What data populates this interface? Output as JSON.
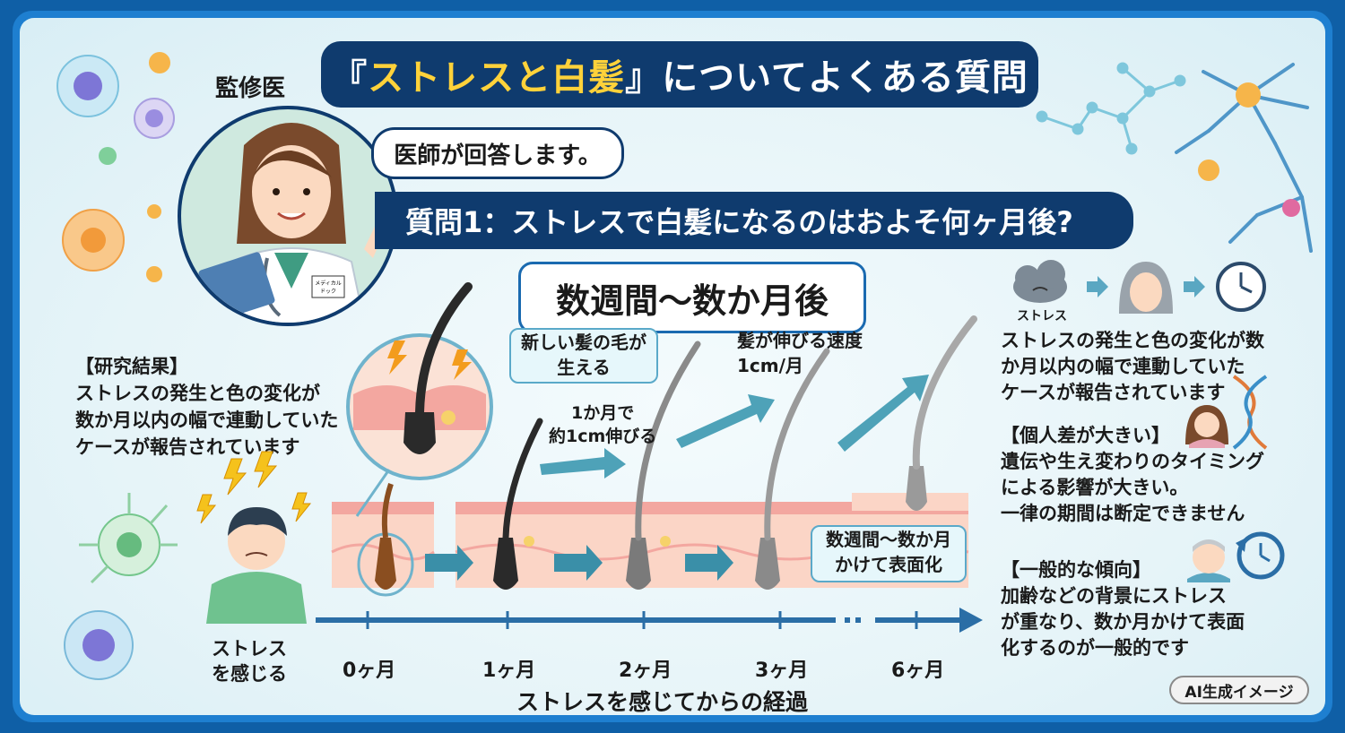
{
  "title": {
    "prefix": "『",
    "highlight": "ストレスと白髪",
    "suffix": "』についてよくある質問"
  },
  "supervisor_label": "監修医",
  "doctor_badge": {
    "line1": "メディカル",
    "line2": "ドック"
  },
  "doctor_speech": "医師が回答します。",
  "question": "質問1：ストレスで白髪になるのはおよそ何ヶ月後?",
  "answer": "数週間〜数か月後",
  "research": {
    "heading": "【研究結果】",
    "lines": [
      "ストレスの発生と色の変化が",
      "数か月以内の幅で連動していた",
      "ケースが報告されています"
    ]
  },
  "callouts": {
    "new_hair": [
      "新しい髪の毛が",
      "生える"
    ],
    "growth_month": [
      "1か月で",
      "約1cm伸びる"
    ],
    "growth_speed": [
      "髪が伸びる速度",
      "1cm/月"
    ],
    "surface": [
      "数週間〜数か月",
      "かけて表面化"
    ]
  },
  "stress_person_label": [
    "ストレス",
    "を感じる"
  ],
  "timeline": {
    "ticks": [
      "0ヶ月",
      "1ヶ月",
      "2ヶ月",
      "3ヶ月",
      "6ヶ月"
    ],
    "axis_title": "ストレスを感じてからの経過"
  },
  "right_panel": {
    "stress_icon_label": "ストレス",
    "summary": [
      "ストレスの発生と色の変化が数",
      "か月以内の幅で連動していた",
      "ケースが報告されています"
    ],
    "individual_heading": "【個人差が大きい】",
    "individual_lines": [
      "遺伝や生え変わりのタイミング",
      "による影響が大きい。",
      "一律の期間は断定できません"
    ],
    "general_heading": "【一般的な傾向】",
    "general_lines": [
      "加齢などの背景にストレス",
      "が重なり、数か月かけて表面",
      "化するのが一般的です"
    ]
  },
  "ai_badge": "AI生成イメージ",
  "colors": {
    "navy": "#0f3b6e",
    "frame_blue": "#1e7fd0",
    "accent_yellow": "#ffd23a",
    "callout_bg": "#e6f7fb",
    "arrow_teal": "#3a8fa8"
  },
  "icons": [
    "stress-cloud-icon",
    "gray-hair-icon",
    "clock-icon",
    "woman-face-icon",
    "dna-icon",
    "elderly-man-icon",
    "history-clock-icon",
    "lightning-icon",
    "cell-icon",
    "molecule-icon",
    "neuron-icon"
  ]
}
